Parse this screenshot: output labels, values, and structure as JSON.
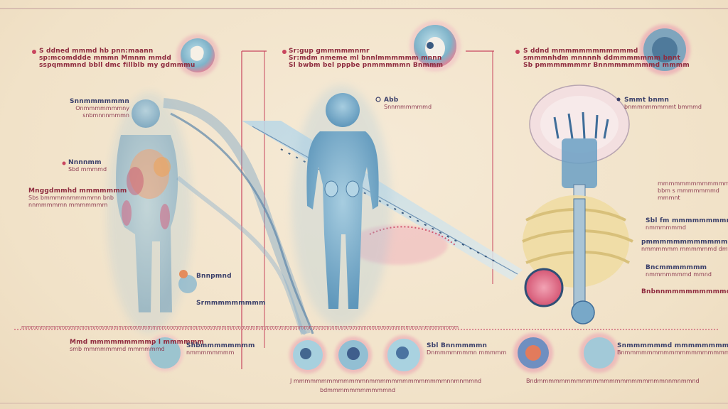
{
  "colors": {
    "background": "#f2e4cc",
    "figure_blue": "#7fb3d0",
    "accent_red": "#c8455e",
    "spine_yellow": "#efdca3",
    "text_navy": "#3a3f6a",
    "text_rose": "#8d3b52"
  },
  "panels": [
    {
      "name": "left",
      "heading": [
        "S  ddned mmmd hb pnn:maann",
        "sp:mcomddde mmmn  Mmnm mmdd",
        "sspqmmmnd bbll dmc fillblb my gdmmmu"
      ]
    },
    {
      "name": "middle",
      "heading": [
        "Sr:gup gmmmmmnmr",
        "Sr:mdm nmeme  ml bnnlmmmmmm mnnn",
        "Sl bwbm bel pppbe pnmmmmmn Bnmmm"
      ]
    },
    {
      "name": "right",
      "heading": [
        "S ddnd mmmmmmmmmmmmd",
        "smmmnhdm mnnnnh ddmmmmmmm bnnt",
        "Sb pmmmmmmmr  Bnnmmmmmmmd mmmm"
      ]
    }
  ],
  "labels": {
    "l1": [
      "Snnmmmmmmn",
      "Onmmmmmmmny",
      "snbmnnnmmmn"
    ],
    "l2": [
      "Nnnnmm",
      "Sbd  mmmmd"
    ],
    "l3": [
      "Mnggdmmhd mmmmmmm",
      "Sbs bmmmmnmmmmmn bnb",
      "nnmmmmmn mmmmmmm"
    ],
    "l4": [
      "Bnnpmnd"
    ],
    "l5": [
      "Srmmmmmmmmm"
    ],
    "m1": [
      "Abb",
      "Snnmmmmmmd"
    ],
    "r1": [
      "Smmt bnmn",
      "bnmmnmmmmmt bmmmd"
    ],
    "r2": [
      "mmmmmmmmmmmmmmmmm",
      "bbm s mmmmmmmd",
      "mmmnt"
    ],
    "r3": [
      "Sbl fm mmmmmmmmm",
      "nmmmmmmd"
    ],
    "r4": [
      "pmmmmmmmmmmmmmmnmmmmd",
      "nmmmmmm  mmmmmmd  dmf"
    ],
    "r5": [
      "Bncmmmmmmm",
      "nmmmmmmmd  mmnd"
    ],
    "r6": [
      "Bnbnnmmmmmmmmmd"
    ],
    "b1": [
      "Mmd  mmmmmmmmmp l mmmmmm",
      "smb mmmmmmmd  mmmmmmd"
    ],
    "b2": [
      "Shbmmmmmmmm",
      "nmmmmmmmm"
    ],
    "b3": [
      "Sbl  Bnnmmmmn",
      "Dnmmmmmmmn mmmmm"
    ],
    "b4": [
      "Snmmmmmmd  mmmmmmmmmd",
      "Bnmmmmmmmmmmmmmmmmmmmmd"
    ],
    "b5": [
      "J  mmmmmmmmmmmmmnmmmmmmmmmmmmmmnnmnmmnd"
    ],
    "b6": [
      "Bndmmmmmmmmmmmmmmmmmmmmmmmnnmnmmnd"
    ],
    "b7": [
      "bdmmmmmmmmmmmnd"
    ],
    "timeline": "mmmmmmmmmmmmmmmmmmmmmmmmmmmmmmnnmmmmmmmmmmmmmmmmmmmmmmmmmmmmmmmmnnmnmmmmmmmmmmmmmmmnnnmmmmmmm"
  }
}
